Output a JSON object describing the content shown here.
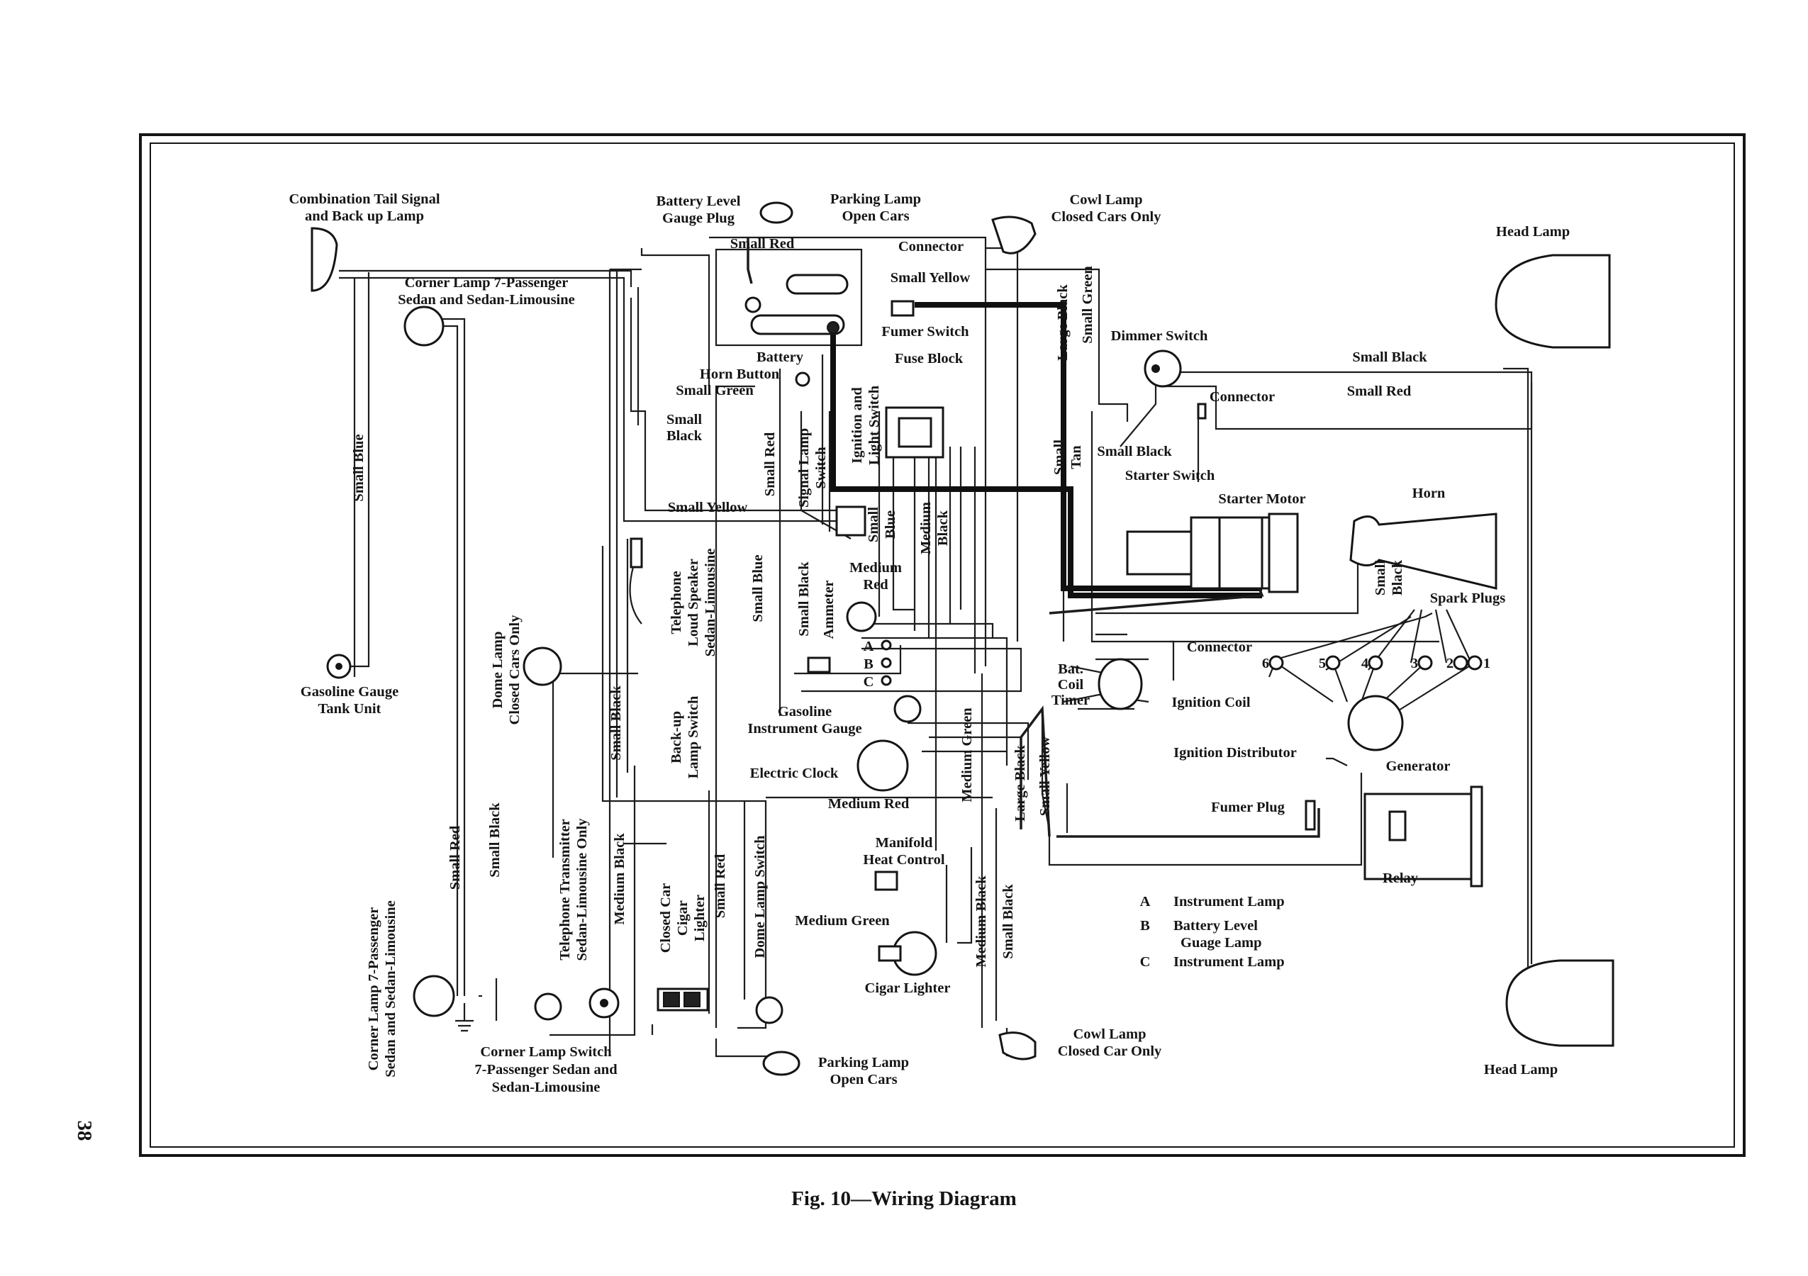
{
  "caption": "Fig. 10—Wiring Diagram",
  "page_number": "38",
  "labels": {
    "tail_signal": [
      "Combination Tail Signal",
      "and Back up Lamp"
    ],
    "corner_lamp_top": [
      "Corner Lamp 7-Passenger",
      "Sedan and Sedan-Limousine"
    ],
    "small_blue_left": "Small Blue",
    "gasoline_gauge_tank": [
      "Gasoline Gauge",
      "Tank Unit"
    ],
    "dome_lamp": [
      "Dome Lamp",
      "Closed Cars Only"
    ],
    "small_red_left": "Small Red",
    "small_black_left": "Small Black",
    "corner_lamp_bottom": [
      "Corner Lamp 7-Passenger",
      "Sedan and Sedan-Limousine"
    ],
    "corner_lamp_switch": [
      "Corner Lamp Switch",
      "7-Passenger Sedan and",
      "Sedan-Limousine"
    ],
    "battery_level_plug": [
      "Battery Level",
      "Gauge Plug"
    ],
    "parking_lamp_top": [
      "Parking Lamp",
      "Open Cars"
    ],
    "small_red_top": "Small Red",
    "connector_top": "Connector",
    "small_yellow_top": "Small Yellow",
    "fumer_switch": "Fumer Switch",
    "battery": "Battery",
    "horn_button": "Horn Button",
    "small_green_mid": "Small Green",
    "fuse_block": "Fuse Block",
    "small_black_mid": [
      "Small",
      "Black"
    ],
    "small_yellow_mid": "Small Yellow",
    "small_red_vert": "Small Red",
    "signal_lamp_switch": [
      "Signal Lamp",
      "Switch"
    ],
    "ignition_light_switch": [
      "Ignition and",
      "Light Switch"
    ],
    "small_blue_mid": [
      "Small",
      "Blue"
    ],
    "medium_black_mid": [
      "Medium",
      "Black"
    ],
    "telephone_speaker": [
      "Telephone",
      "Loud Speaker",
      "Sedan-Limousine"
    ],
    "small_blue_vert": "Small Blue",
    "small_black_vert": "Small Black",
    "ammeter": "Ammeter",
    "medium_red": [
      "Medium",
      "Red"
    ],
    "terminal_a": "A",
    "terminal_b": "B",
    "terminal_c": "C",
    "small_black_vert2": "Small Black",
    "backup_lamp_switch": [
      "Back-up",
      "Lamp Switch"
    ],
    "gasoline_instrument_gauge": [
      "Gasoline",
      "Instrument Gauge"
    ],
    "electric_clock": "Electric Clock",
    "medium_red_bottom": "Medium Red",
    "medium_green_vert": "Medium Green",
    "telephone_transmitter": [
      "Telephone Transmitter",
      "Sedan-Limousine Only"
    ],
    "medium_black_left": "Medium Black",
    "closed_car_cigar": [
      "Closed Car",
      "Cigar",
      "Lighter"
    ],
    "small_red_vert2": "Small Red",
    "dome_lamp_switch": "Dome Lamp Switch",
    "manifold_heat": [
      "Manifold",
      "Heat Control"
    ],
    "medium_green_bottom": "Medium Green",
    "cigar_lighter": "Cigar Lighter",
    "medium_black_bottom": "Medium Black",
    "small_black_bottom": "Small Black",
    "parking_lamp_bottom": [
      "Parking Lamp",
      "Open Cars"
    ],
    "cowl_lamp_top": [
      "Cowl Lamp",
      "Closed Cars Only"
    ],
    "large_black_top": "Large Black",
    "small_green_top": "Small Green",
    "dimmer_switch": "Dimmer Switch",
    "connector_mid": "Connector",
    "small_tan": [
      "Small",
      "Tan"
    ],
    "small_black_right": "Small Black",
    "starter_switch": "Starter Switch",
    "starter_motor": "Starter Motor",
    "bat": "Bat.",
    "coil": "Coil",
    "timer": "Timer",
    "ignition_coil": "Ignition Coil",
    "connector_low": "Connector",
    "ignition_distributor": "Ignition Distributor",
    "large_black_low": "Large Black",
    "small_yellow_low": "Small Yellow",
    "fumer_plug": "Fumer Plug",
    "cowl_lamp_bottom": [
      "Cowl Lamp",
      "Closed Car Only"
    ],
    "head_lamp_top": "Head Lamp",
    "small_black_head": "Small Black",
    "small_red_head": "Small Red",
    "horn": "Horn",
    "small_black_horn": [
      "Small",
      "Black"
    ],
    "spark_plugs": "Spark Plugs",
    "plug_numbers": [
      "6",
      "5",
      "4",
      "3",
      "2",
      "1"
    ],
    "generator": "Generator",
    "relay": "Relay",
    "head_lamp_bottom": "Head Lamp"
  },
  "legend": [
    {
      "key": "A",
      "text": [
        "Instrument Lamp"
      ]
    },
    {
      "key": "B",
      "text": [
        "Battery Level",
        "Guage Lamp"
      ]
    },
    {
      "key": "C",
      "text": [
        "Instrument Lamp"
      ]
    }
  ]
}
